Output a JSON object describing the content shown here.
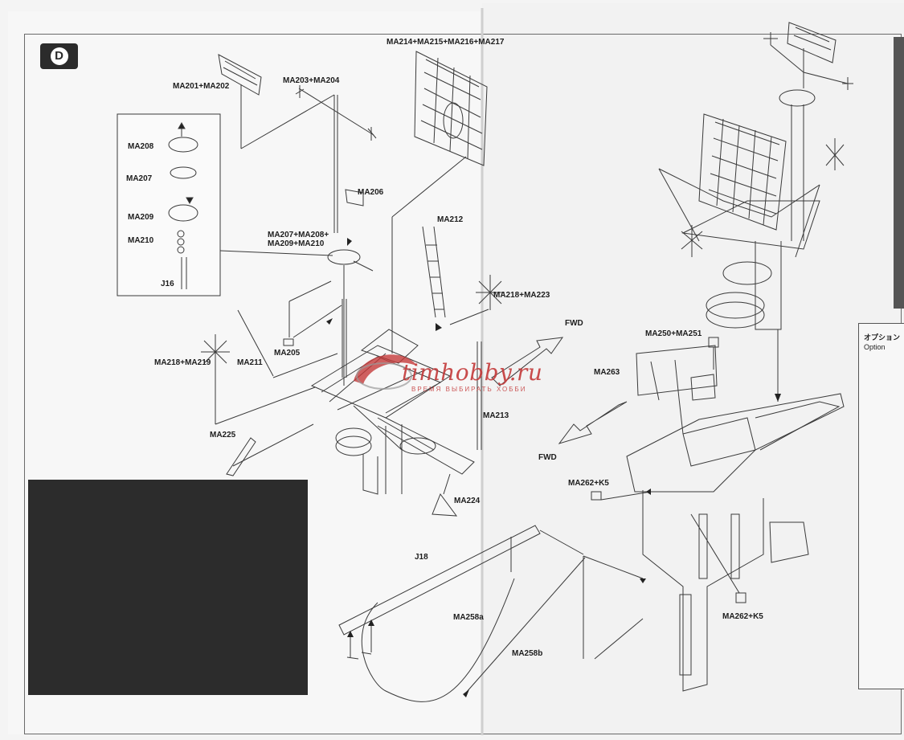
{
  "step": {
    "letter": "D"
  },
  "labels": {
    "ma201_202": "MA201+MA202",
    "ma203_204": "MA203+MA204",
    "ma214_217": "MA214+MA215+MA216+MA217",
    "ma208": "MA208",
    "ma207": "MA207",
    "ma209": "MA209",
    "ma210": "MA210",
    "j16": "J16",
    "ma206": "MA206",
    "ma207_210_line1": "MA207+MA208+",
    "ma207_210_line2": "MA209+MA210",
    "ma212": "MA212",
    "ma218_223": "MA218+MA223",
    "ma205": "MA205",
    "ma218_219": "MA218+MA219",
    "ma211": "MA211",
    "ma213": "MA213",
    "ma225": "MA225",
    "ma224": "MA224",
    "fwd_top": "FWD",
    "ma250_251": "MA250+MA251",
    "ma263": "MA263",
    "fwd_bottom": "FWD",
    "ma262_k5_top": "MA262+K5",
    "ma262_k5_bottom": "MA262+K5",
    "j18": "J18",
    "ma258a": "MA258a",
    "ma258b": "MA258b"
  },
  "option": {
    "title": "オプション",
    "subtitle": "Option"
  },
  "watermark": {
    "text": "timhobby.ru",
    "sub": "ВРЕМЯ ВЫБИРАТЬ ХОББИ"
  }
}
